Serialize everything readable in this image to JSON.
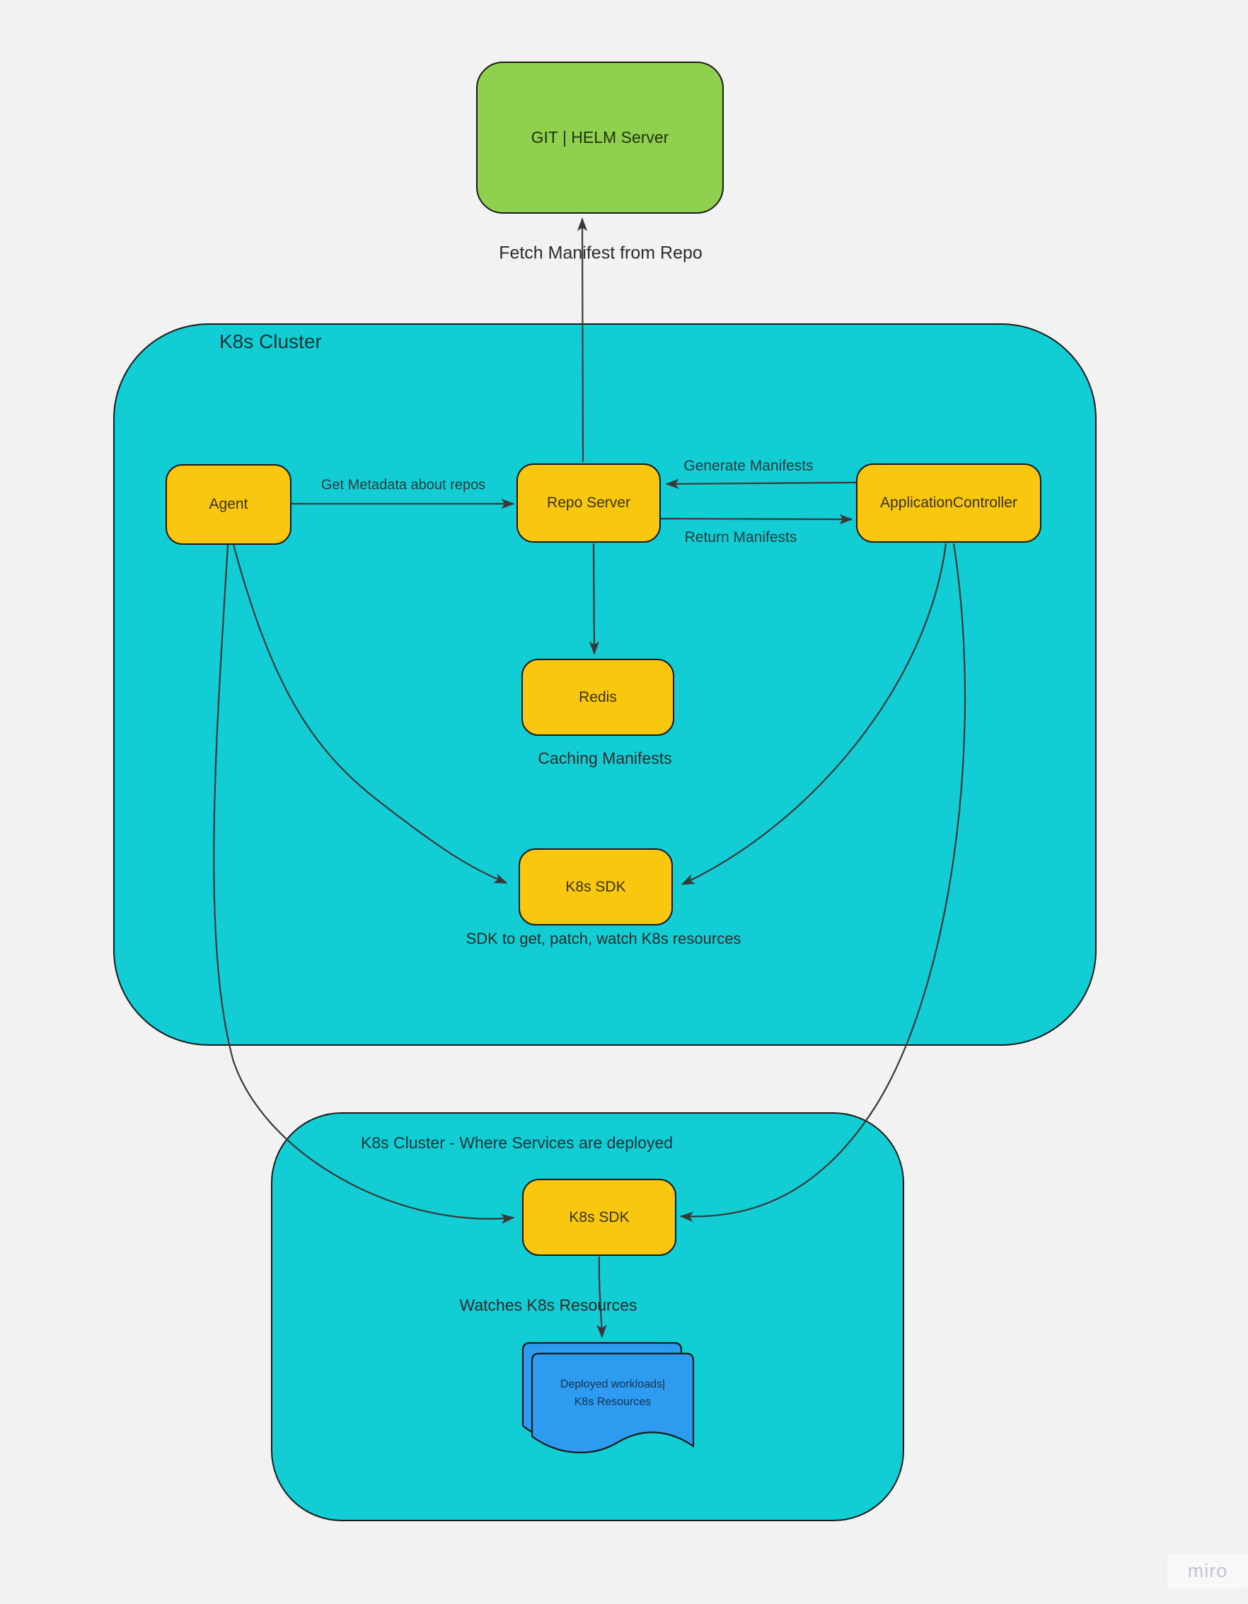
{
  "clusters": {
    "main": "K8s Cluster",
    "deploy": "K8s Cluster - Where Services are deployed"
  },
  "nodes": {
    "git": "GIT | HELM Server",
    "agent": "Agent",
    "repo_server": "Repo Server",
    "application_controller": "ApplicationController",
    "redis": "Redis",
    "k8s_sdk_main": "K8s SDK",
    "k8s_sdk_deploy": "K8s SDK"
  },
  "document": {
    "line1": "Deployed workloads|",
    "line2": "K8s Resources"
  },
  "labels": {
    "fetch_manifest": "Fetch Manifest from Repo",
    "get_metadata": "Get Metadata about repos",
    "generate_manifests": "Generate Manifests",
    "return_manifests": "Return Manifests",
    "caching_manifests": "Caching Manifests",
    "sdk_description": "SDK to get, patch, watch K8s resources",
    "watches_resources": "Watches K8s Resources"
  },
  "colors": {
    "cluster_fill": "#12CDD4",
    "node_fill": "#FAC710",
    "git_fill": "#8FD14F",
    "document_fill": "#2D9BF0",
    "stroke": "#1A1A1A",
    "connector": "#383838",
    "background": "#F2F2F2"
  },
  "watermark": "miro"
}
